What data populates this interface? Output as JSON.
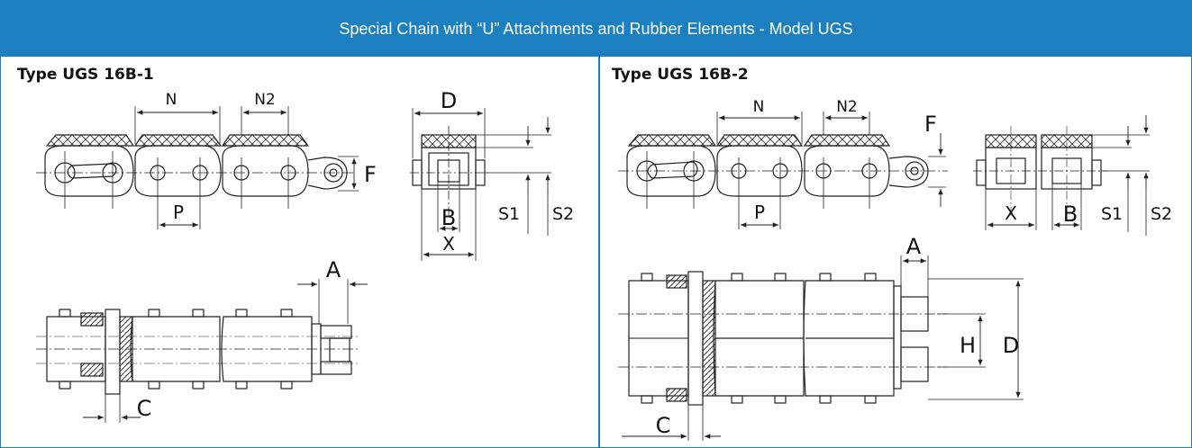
{
  "header": {
    "title": "Special Chain with “U” Attachments and Rubber Elements - Model UGS"
  },
  "left_panel": {
    "title": "Type UGS 16B-1",
    "labels": {
      "N": "N",
      "N2": "N2",
      "P": "P",
      "F": "F",
      "D": "D",
      "B": "B",
      "X": "X",
      "S1": "S1",
      "S2": "S2",
      "A": "A",
      "C": "C"
    }
  },
  "right_panel": {
    "title": "Type UGS 16B-2",
    "labels": {
      "N": "N",
      "N2": "N2",
      "P": "P",
      "F": "F",
      "X": "X",
      "B": "B",
      "S1": "S1",
      "S2": "S2",
      "A": "A",
      "H": "H",
      "D": "D",
      "C": "C"
    }
  },
  "colors": {
    "accent": "#1b7fc0",
    "line": "#222222",
    "hatch": "#555555"
  }
}
